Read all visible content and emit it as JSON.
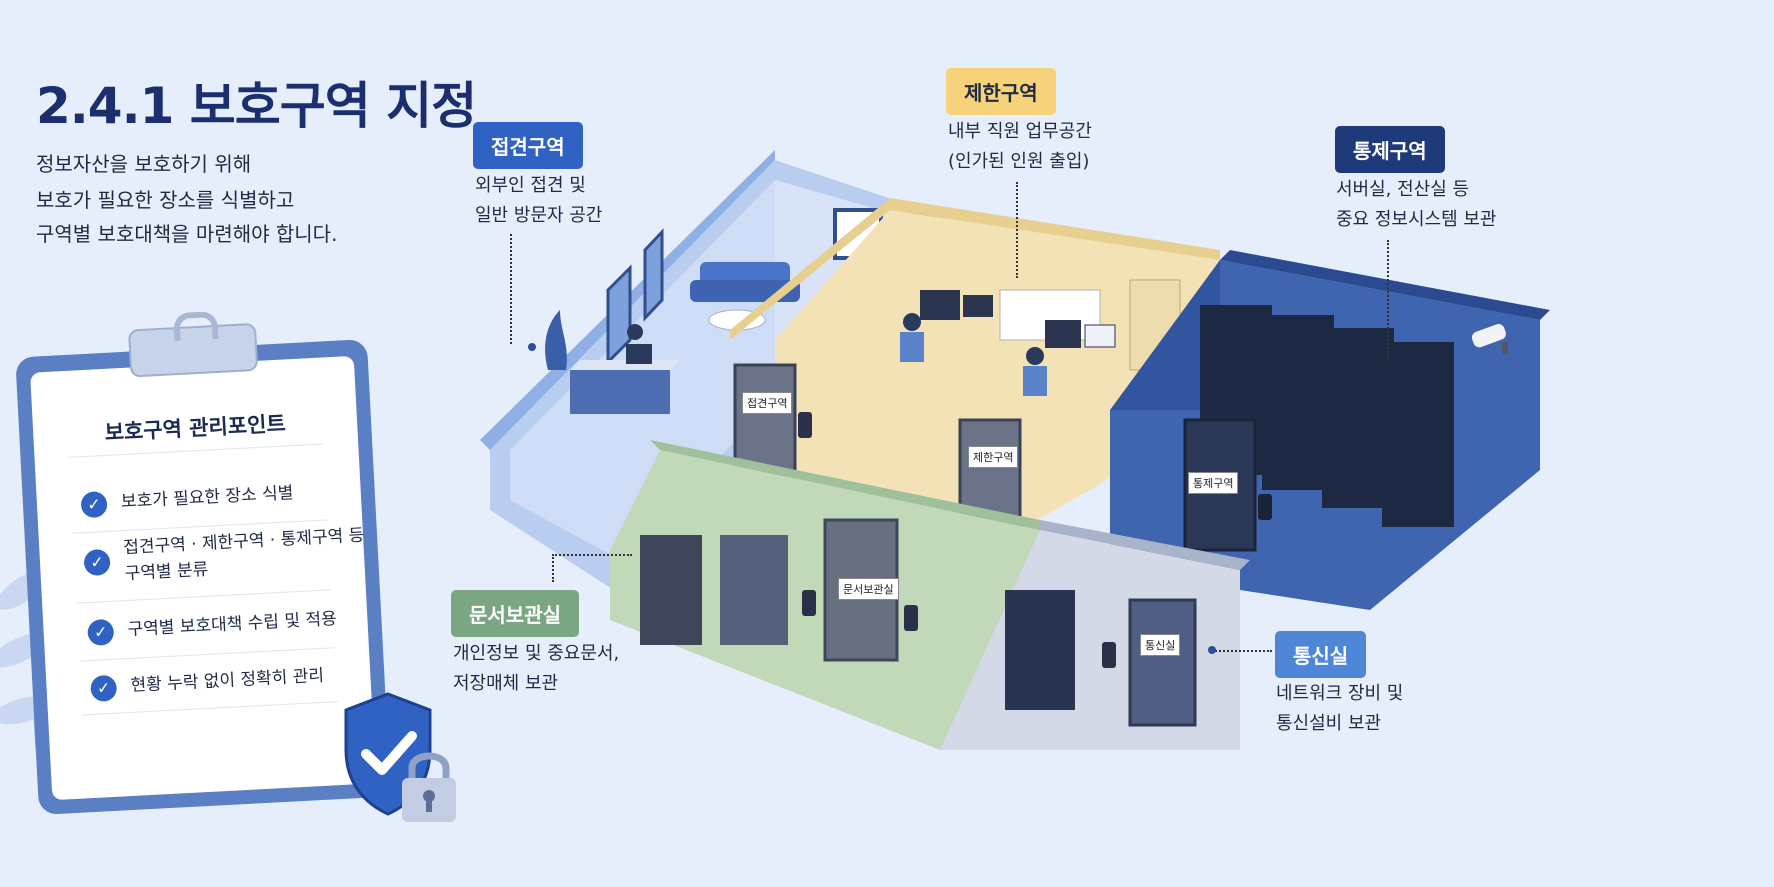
{
  "title": "2.4.1 보호구역 지정",
  "intro": [
    "정보자산을 보호하기 위해",
    "보호가 필요한 장소를 식별하고",
    "구역별 보호대책을 마련해야 합니다."
  ],
  "checklist": {
    "title": "보호구역 관리포인트",
    "items": [
      {
        "line1": "보호가 필요한 장소 식별",
        "line2": ""
      },
      {
        "line1": "접견구역 · 제한구역 · 통제구역 등",
        "line2": "구역별 분류"
      },
      {
        "line1": "구역별 보호대책 수립 및 적용",
        "line2": ""
      },
      {
        "line1": "현황 누락 없이 정확히 관리",
        "line2": ""
      }
    ]
  },
  "zones": {
    "reception": {
      "label": "접견구역",
      "desc1": "외부인 접견 및",
      "desc2": "일반 방문자 공간",
      "color": "#2f62c3"
    },
    "restricted": {
      "label": "제한구역",
      "desc1": "내부 직원 업무공간",
      "desc2": "(인가된 인원 출입)",
      "color": "#f3d58a"
    },
    "controlled": {
      "label": "통제구역",
      "desc1": "서버실, 전산실 등",
      "desc2": "중요 정보시스템 보관",
      "color": "#1e3a7a"
    },
    "archive": {
      "label": "문서보관실",
      "desc1": "개인정보 및 중요문서,",
      "desc2": "저장매체 보관",
      "color": "#6fa07a"
    },
    "comms": {
      "label": "통신실",
      "desc1": "네트워크 장비 및",
      "desc2": "통신설비 보관",
      "color": "#4f86d6"
    }
  },
  "door_signs": {
    "reception": "접견구역",
    "restricted": "제한구역",
    "controlled": "통제구역",
    "archive": "문서보관실",
    "comms": "통신실"
  },
  "icons": [
    "check-icon",
    "shield-check-icon",
    "lock-icon",
    "cctv-camera-icon",
    "server-rack-icon",
    "door-icon",
    "card-reader-icon"
  ]
}
